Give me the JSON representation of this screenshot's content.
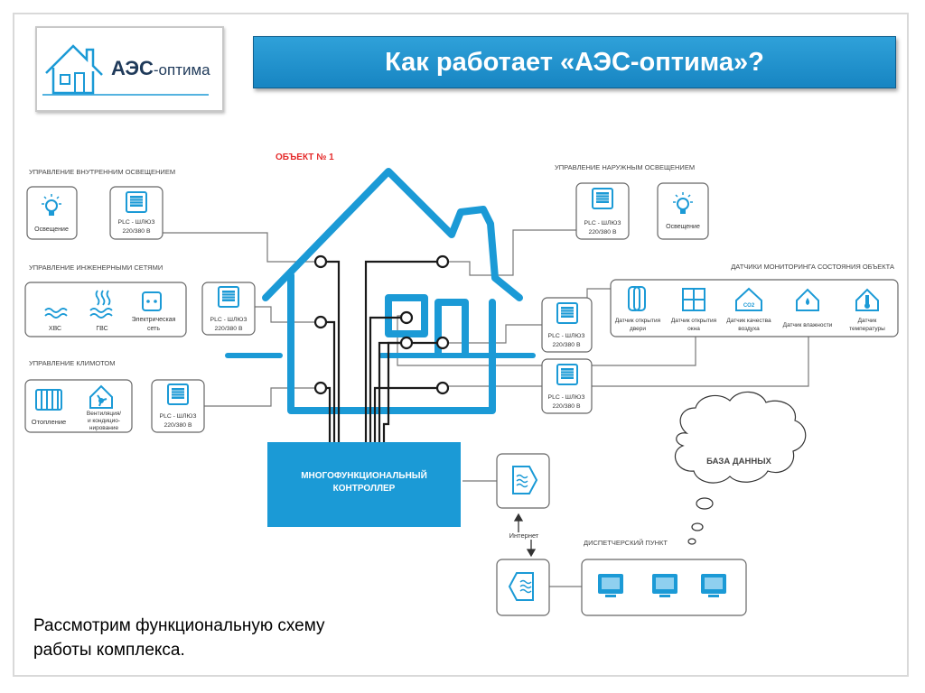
{
  "header": {
    "logo_main": "АЭС",
    "logo_sub": "-оптима",
    "title": "Как работает «АЭС-оптима»?"
  },
  "object_label": "ОБЪЕКТ № 1",
  "groups": {
    "indoor_lighting": "УПРАВЛЕНИЕ ВНУТРЕННИМ ОСВЕЩЕНИЕМ",
    "engineering": "УПРАВЛЕНИЕ ИНЖЕНЕРНЫМИ СЕТЯМИ",
    "climate": "УПРАВЛЕНИЕ КЛИМОТОМ",
    "outdoor_lighting": "УПРАВЛЕНИЕ НАРУЖНЫМ ОСВЕЩЕНИЕМ",
    "sensors": "ДАТЧИКИ МОНИТОРИНГА СОСТОЯНИЯ ОБЪЕКТА",
    "dispatch": "ДИСПЕТЧЕРСКИЙ ПУНКТ"
  },
  "devices": {
    "lighting": "Освещение",
    "plc_line1": "PLC - ШЛЮЗ",
    "plc_line2": "220/380 В",
    "hvs": "ХВС",
    "gvs": "ГВС",
    "power_line1": "Электрическая",
    "power_line2": "сеть",
    "heating": "Отопление",
    "vent_line1": "Вентиляция/",
    "vent_line2": "и кондицио-",
    "vent_line3": "нирование",
    "door_line1": "Датчик открытия",
    "door_line2": "двери",
    "window_line1": "Датчик открытия",
    "window_line2": "окна",
    "air_line1": "Датчик качества",
    "air_line2": "воздуха",
    "humidity": "Датчик влажности",
    "temp_line1": "Датчик",
    "temp_line2": "температуры",
    "co2": "CO2"
  },
  "controller": {
    "line1": "МНОГОФУНКЦИОНАЛЬНЫЙ",
    "line2": "КОНТРОЛЛЕР"
  },
  "internet": "Интернет",
  "database": "БАЗА ДАННЫХ",
  "caption": {
    "line1": "Рассмотрим функциональную схему",
    "line2": "работы комплекса."
  },
  "colors": {
    "accent_blue": "#1b9ad6",
    "title_blue": "#1785c2",
    "red_label": "#e52b2b",
    "box_border": "#666666"
  }
}
